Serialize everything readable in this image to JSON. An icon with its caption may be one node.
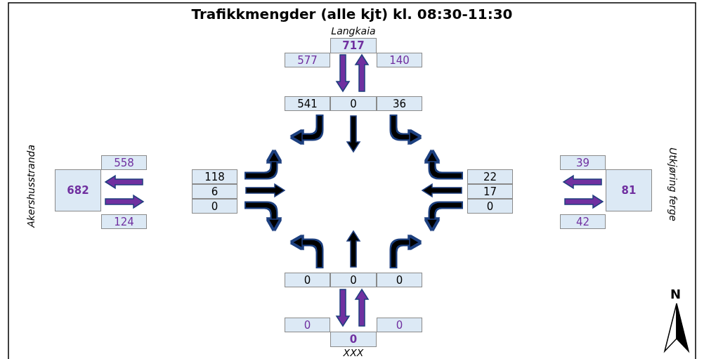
{
  "diagram": {
    "title": "Trafikkmengder (alle kjt) kl. 08:30-11:30",
    "nodes": [
      {
        "text": [
          "717"
        ],
        "beside": [
          "Langkaia"
        ]
      },
      {
        "text": [
          "577"
        ]
      },
      {
        "text": [
          "140"
        ]
      },
      {
        "text": [
          "541"
        ]
      },
      {
        "text": [
          "0"
        ]
      },
      {
        "text": [
          "36"
        ]
      },
      {
        "text": [
          "558"
        ]
      },
      {
        "text": [
          "39"
        ]
      },
      {
        "text": [
          "682"
        ],
        "beside": [
          "Akershusstranda"
        ]
      },
      {
        "text": [
          "118"
        ]
      },
      {
        "text": [
          "6"
        ]
      },
      {
        "text": [
          "0"
        ]
      },
      {
        "text": [
          "22"
        ]
      },
      {
        "text": [
          "17"
        ]
      },
      {
        "text": [
          "0"
        ]
      },
      {
        "text": [
          "81"
        ],
        "beside": [
          "Utkjøring ferge"
        ]
      },
      {
        "text": [
          "124"
        ]
      },
      {
        "text": [
          "42"
        ]
      },
      {
        "text": [
          "0"
        ]
      },
      {
        "text": [
          "0"
        ]
      },
      {
        "text": [
          "0"
        ]
      },
      {
        "text": [
          "0"
        ]
      },
      {
        "text": [
          "0"
        ]
      },
      {
        "text": [
          "0"
        ],
        "beside": [
          "XXX"
        ]
      }
    ],
    "edges": [
      {
        "from": 0,
        "to": 4,
        "arrow": "to"
      },
      {
        "from": 4,
        "to": 0,
        "arrow": "to"
      },
      {
        "from": 6,
        "to": 8,
        "arrow": "to"
      },
      {
        "from": 8,
        "to": 16,
        "arrow": "to"
      },
      {
        "from": 15,
        "to": 7,
        "arrow": "to"
      },
      {
        "from": 17,
        "to": 15,
        "arrow": "to"
      },
      {
        "from": 19,
        "to": 23,
        "arrow": "to"
      },
      {
        "from": 23,
        "to": 19,
        "arrow": "to"
      }
    ],
    "labels": [
      "N"
    ]
  }
}
